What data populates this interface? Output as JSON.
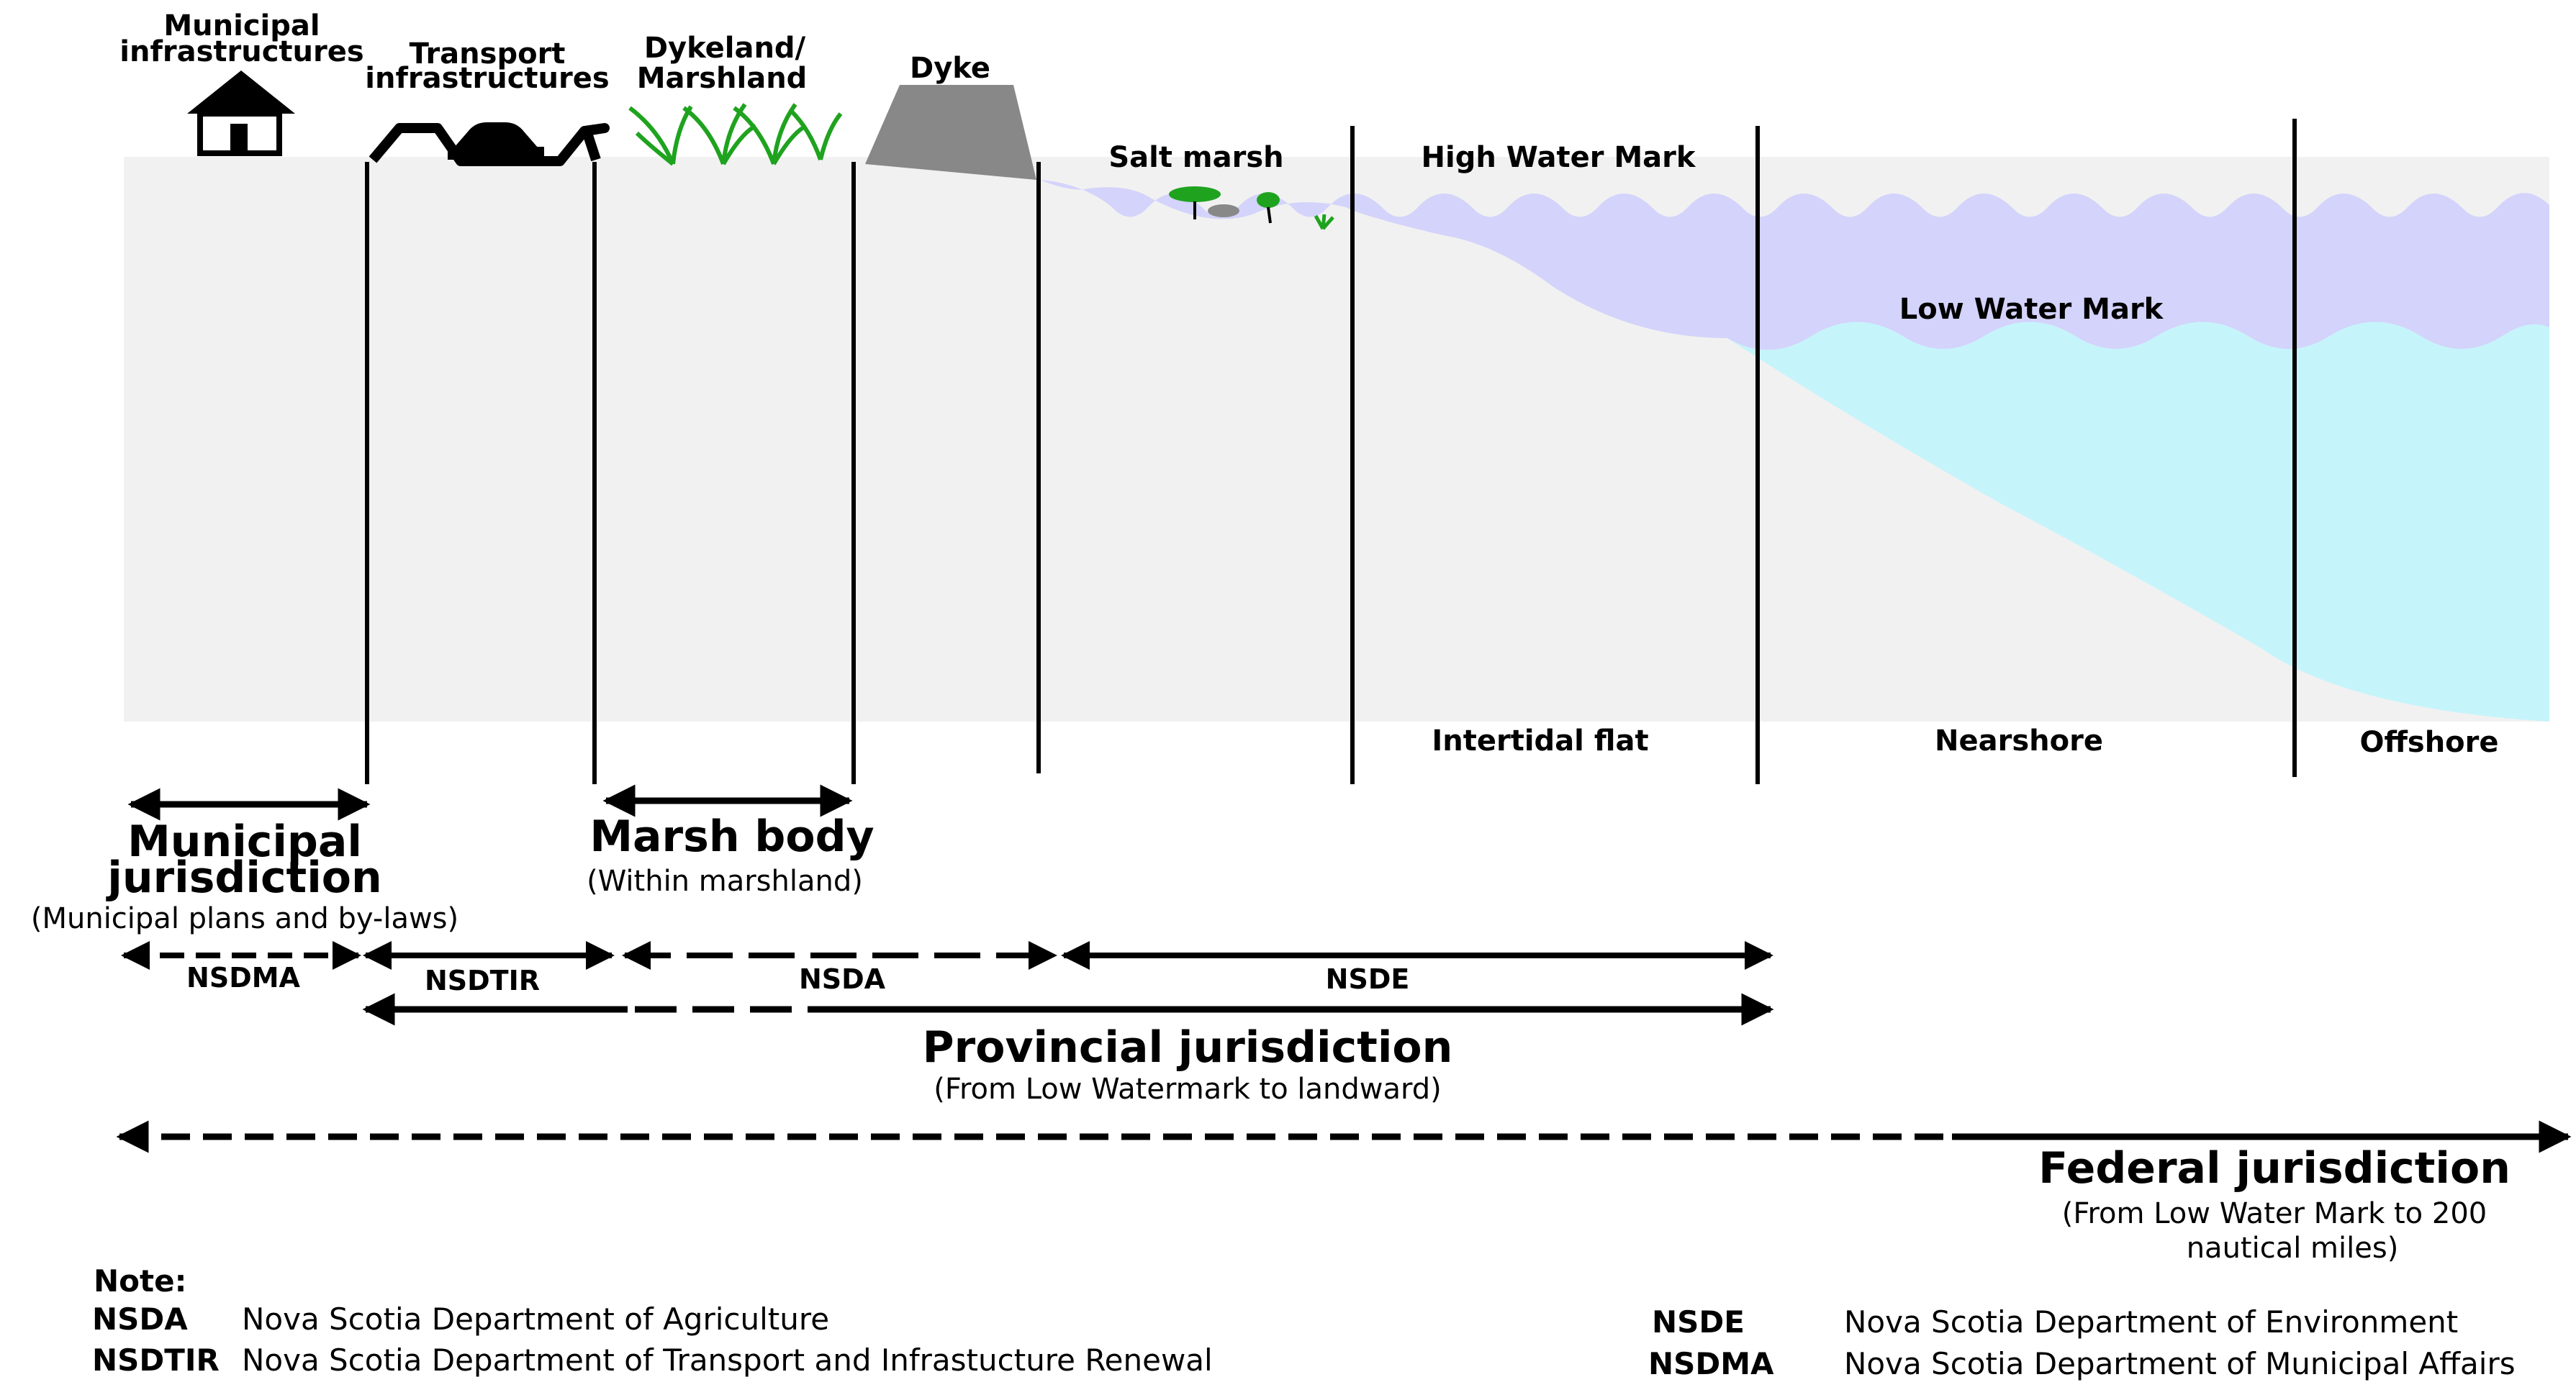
{
  "labels": {
    "municipal_infrastructures": [
      "Municipal",
      "infrastructures"
    ],
    "transport_infrastructures": [
      "Transport",
      "infrastructures"
    ],
    "dykeland": [
      "Dykeland/",
      "Marshland"
    ],
    "dyke": "Dyke",
    "salt_marsh": "Salt marsh",
    "high_water_mark": "High Water Mark",
    "low_water_mark": "Low Water Mark",
    "intertidal_flat": "Intertidal flat",
    "nearshore": "Nearshore",
    "offshore": "Offshore"
  },
  "jurisdictions": {
    "municipal": {
      "title": [
        "Municipal",
        "jurisdiction"
      ],
      "subtitle": "(Municipal plans and by-laws)"
    },
    "marsh_body": {
      "title": "Marsh body",
      "subtitle": "(Within marshland)"
    },
    "provincial": {
      "title": "Provincial jurisdiction",
      "subtitle": "(From Low Watermark to landward)"
    },
    "federal": {
      "title": "Federal jurisdiction",
      "subtitle": [
        "(From Low Water Mark to 200",
        "nautical miles)"
      ]
    }
  },
  "agencies": {
    "nsdma": "NSDMA",
    "nsdtir": "NSDTIR",
    "nsda": "NSDA",
    "nsde": "NSDE"
  },
  "note": {
    "heading": "Note:",
    "entries": [
      {
        "abbr": "NSDA",
        "name": "Nova Scotia Department of Agriculture"
      },
      {
        "abbr": "NSDTIR",
        "name": "Nova Scotia Department of Transport and Infrastucture Renewal"
      },
      {
        "abbr": "NSDE",
        "name": "Nova Scotia Department of Environment"
      },
      {
        "abbr": "NSDMA",
        "name": "Nova Scotia Department of Municipal Affairs"
      }
    ]
  },
  "colors": {
    "land": "#f1f1f1",
    "tidal_water": "#d3d3fb",
    "sea_water": "#c6f4fb",
    "vegetation": "#1fa31f",
    "dyke": "#888888"
  }
}
